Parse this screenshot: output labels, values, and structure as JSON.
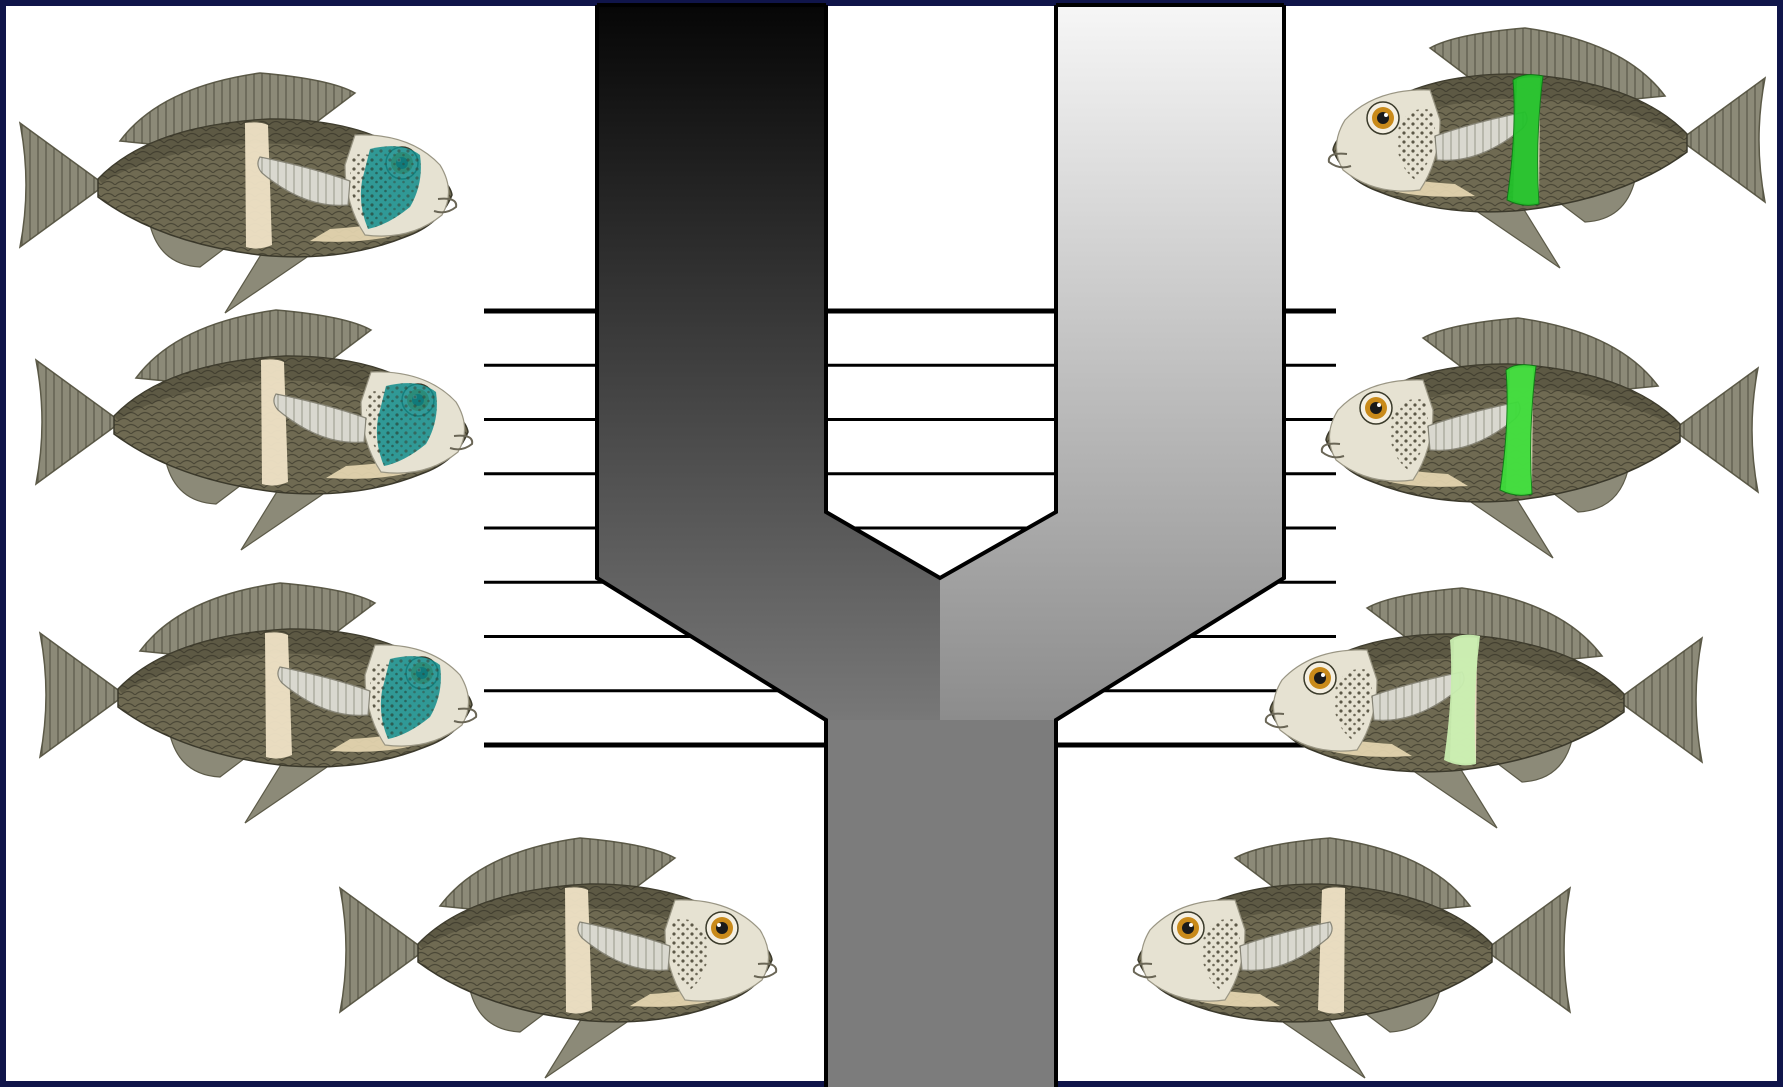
{
  "diagram": {
    "frame_color": "#10154a",
    "background_color": "#ffffff",
    "tree": {
      "left_branch_gradient": [
        "#060606",
        "#787878"
      ],
      "right_branch_gradient": [
        "#f6f6f6",
        "#8c8c8c"
      ],
      "trunk_color": "#7c7c7c",
      "outline_color": "#000000",
      "time_slices": 9
    },
    "fish_palette": {
      "body": "#6f6a52",
      "back": "#4f4a38",
      "fin": "#8c8a78",
      "cheek": "#e6e2d2",
      "belly": "#e9d9b4",
      "band": "#efe3c6",
      "eye_iris": "#c98a1a",
      "eye_pupil": "#1a1a1a"
    },
    "left_lineage": [
      {
        "marking": "teal-cheek",
        "marking_color": "#0f8c8c"
      },
      {
        "marking": "teal-cheek",
        "marking_color": "#0f8c8c"
      },
      {
        "marking": "teal-cheek",
        "marking_color": "#0f8c8c"
      },
      {
        "marking": "none",
        "marking_color": ""
      }
    ],
    "right_lineage": [
      {
        "marking": "green-band",
        "marking_color": "#22c22a"
      },
      {
        "marking": "green-band",
        "marking_color": "#3ddc3a"
      },
      {
        "marking": "pale-green-band",
        "marking_color": "#c9eeb0"
      },
      {
        "marking": "none",
        "marking_color": ""
      }
    ]
  }
}
